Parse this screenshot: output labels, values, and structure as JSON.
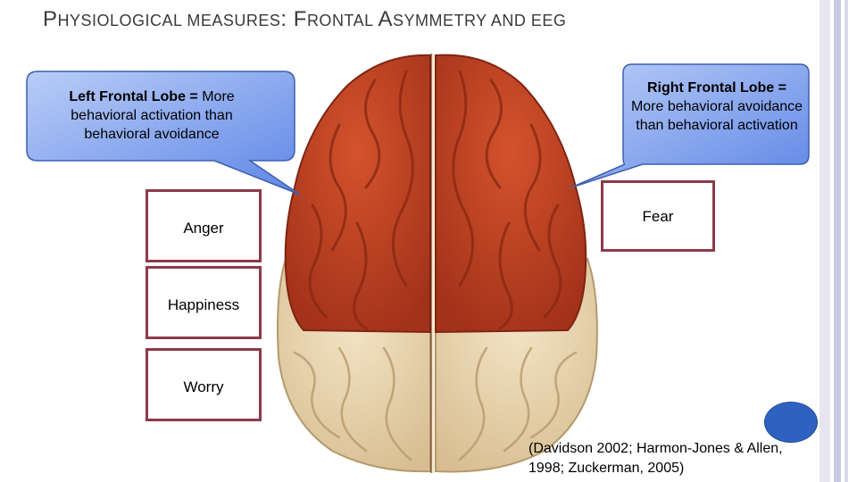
{
  "slide": {
    "title_parts": [
      {
        "text": "P",
        "size": "big"
      },
      {
        "text": "HYSIOLOGICAL MEASURES",
        "size": "small"
      },
      {
        "text": ": ",
        "size": "big"
      },
      {
        "text": "F",
        "size": "big"
      },
      {
        "text": "RONTAL ",
        "size": "small"
      },
      {
        "text": "A",
        "size": "big"
      },
      {
        "text": "SYMMETRY AND ",
        "size": "small"
      },
      {
        "text": "EEG",
        "size": "small"
      }
    ]
  },
  "left_callout": {
    "bold": "Left Frontal Lobe =",
    "rest": " More behavioral activation than behavioral avoidance"
  },
  "right_callout": {
    "bold": "Right Frontal Lobe =",
    "rest": " More behavioral avoidance than behavioral activation"
  },
  "emotions": {
    "anger": "Anger",
    "happiness": "Happiness",
    "worry": "Worry",
    "fear": "Fear"
  },
  "citation": "(Davidson 2002; Harmon-Jones & Allen, 1998; Zuckerman, 2005)",
  "colors": {
    "frontal": "#c2401f",
    "rest_of_brain": "#ead6b0",
    "callout_fill": "#5f86e6",
    "box_border": "#8c3a4a"
  }
}
